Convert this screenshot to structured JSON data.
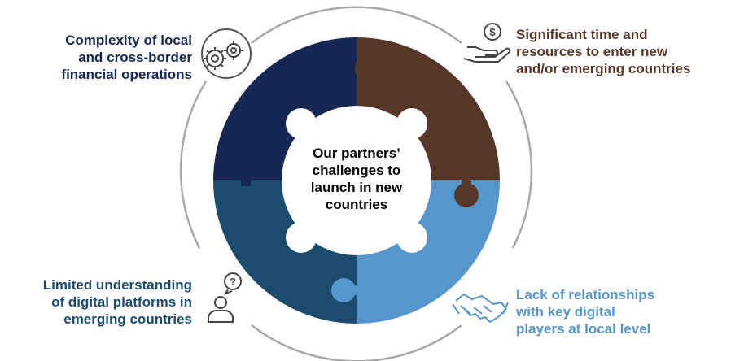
{
  "center": {
    "lines": [
      "Our partners’",
      "challenges to",
      "launch in new",
      "countries"
    ],
    "color": "#000000"
  },
  "challenges": [
    {
      "id": "top-left",
      "lines": [
        "Complexity of local",
        "and cross-border",
        "financial operations"
      ],
      "color": "#172753",
      "icon": "gears-icon"
    },
    {
      "id": "top-right",
      "lines": [
        "Significant time and",
        "resources to enter new",
        "and/or emerging countries"
      ],
      "color": "#553729",
      "icon": "money-hand-icon"
    },
    {
      "id": "bottom-left",
      "lines": [
        "Limited understanding",
        "of digital platforms in",
        "emerging countries"
      ],
      "color": "#1b4c6e",
      "icon": "question-person-icon"
    },
    {
      "id": "bottom-right",
      "lines": [
        "Lack of relationships",
        "with key digital",
        "players at local level"
      ],
      "color": "#5696cc",
      "icon": "handshake-icon"
    }
  ],
  "colors": {
    "ring": "#a8a8a8",
    "icon_stroke": "#444444",
    "center_fill": "#ffffff"
  }
}
